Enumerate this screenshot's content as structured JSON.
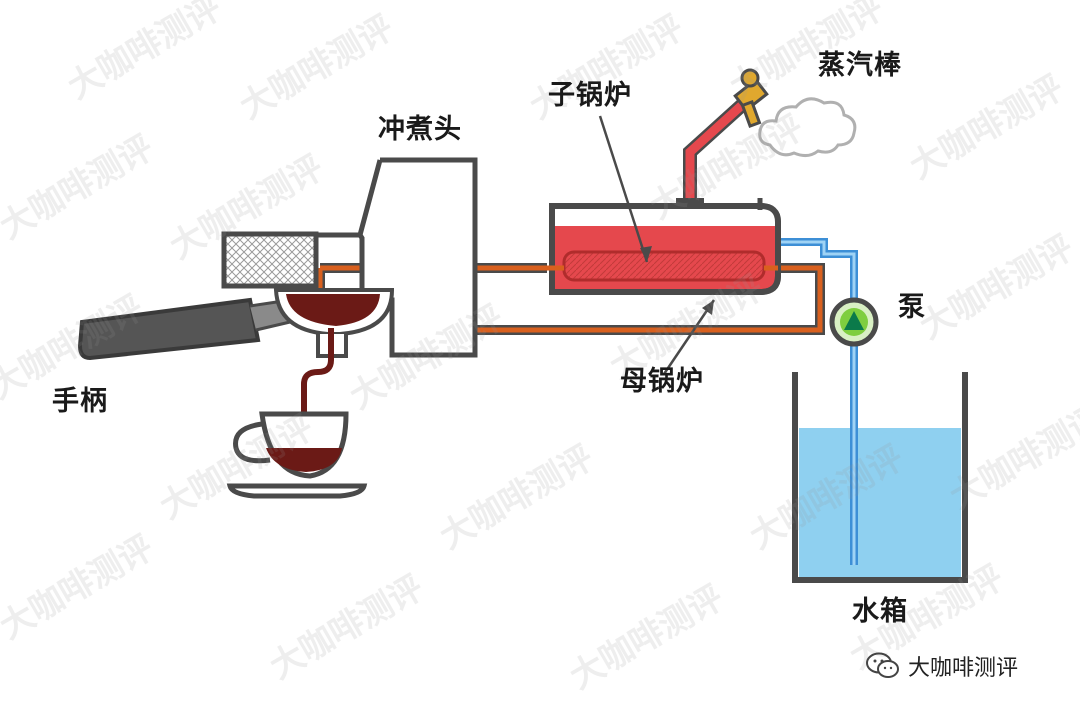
{
  "labels": {
    "brew_head": "冲煮头",
    "heat_exchanger": "子锅炉",
    "steam_wand": "蒸汽棒",
    "pump": "泵",
    "main_boiler": "母锅炉",
    "portafilter": "手柄",
    "water_tank": "水箱"
  },
  "watermark": "大咖啡测评",
  "brand": {
    "name": "大咖啡测评",
    "icon": "wechat-icon"
  },
  "colors": {
    "outline": "#4a4a4a",
    "boiler_red": "#e5484d",
    "hot_pipe": "#d9601e",
    "cold_pipe": "#3d8fd6",
    "water": "#8fd0f0",
    "coffee": "#6b1a16",
    "pump_green": "#7fce3f"
  }
}
